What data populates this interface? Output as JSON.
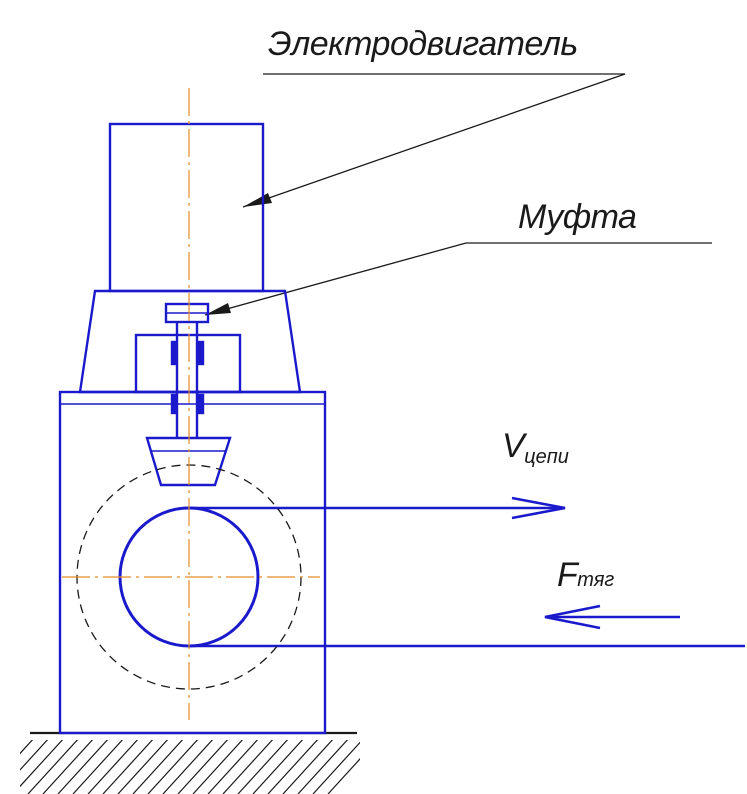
{
  "labels": {
    "motor": "Электродвигатель",
    "coupling": "Муфта",
    "velocity_main": "V",
    "velocity_sub": "цепи",
    "force_main": "F",
    "force_sub": "тяг"
  },
  "colors": {
    "outline": "#1a1acc",
    "centerline": "#e58a2a",
    "text": "#1a1a1a",
    "hatch": "#1a1a1a"
  }
}
